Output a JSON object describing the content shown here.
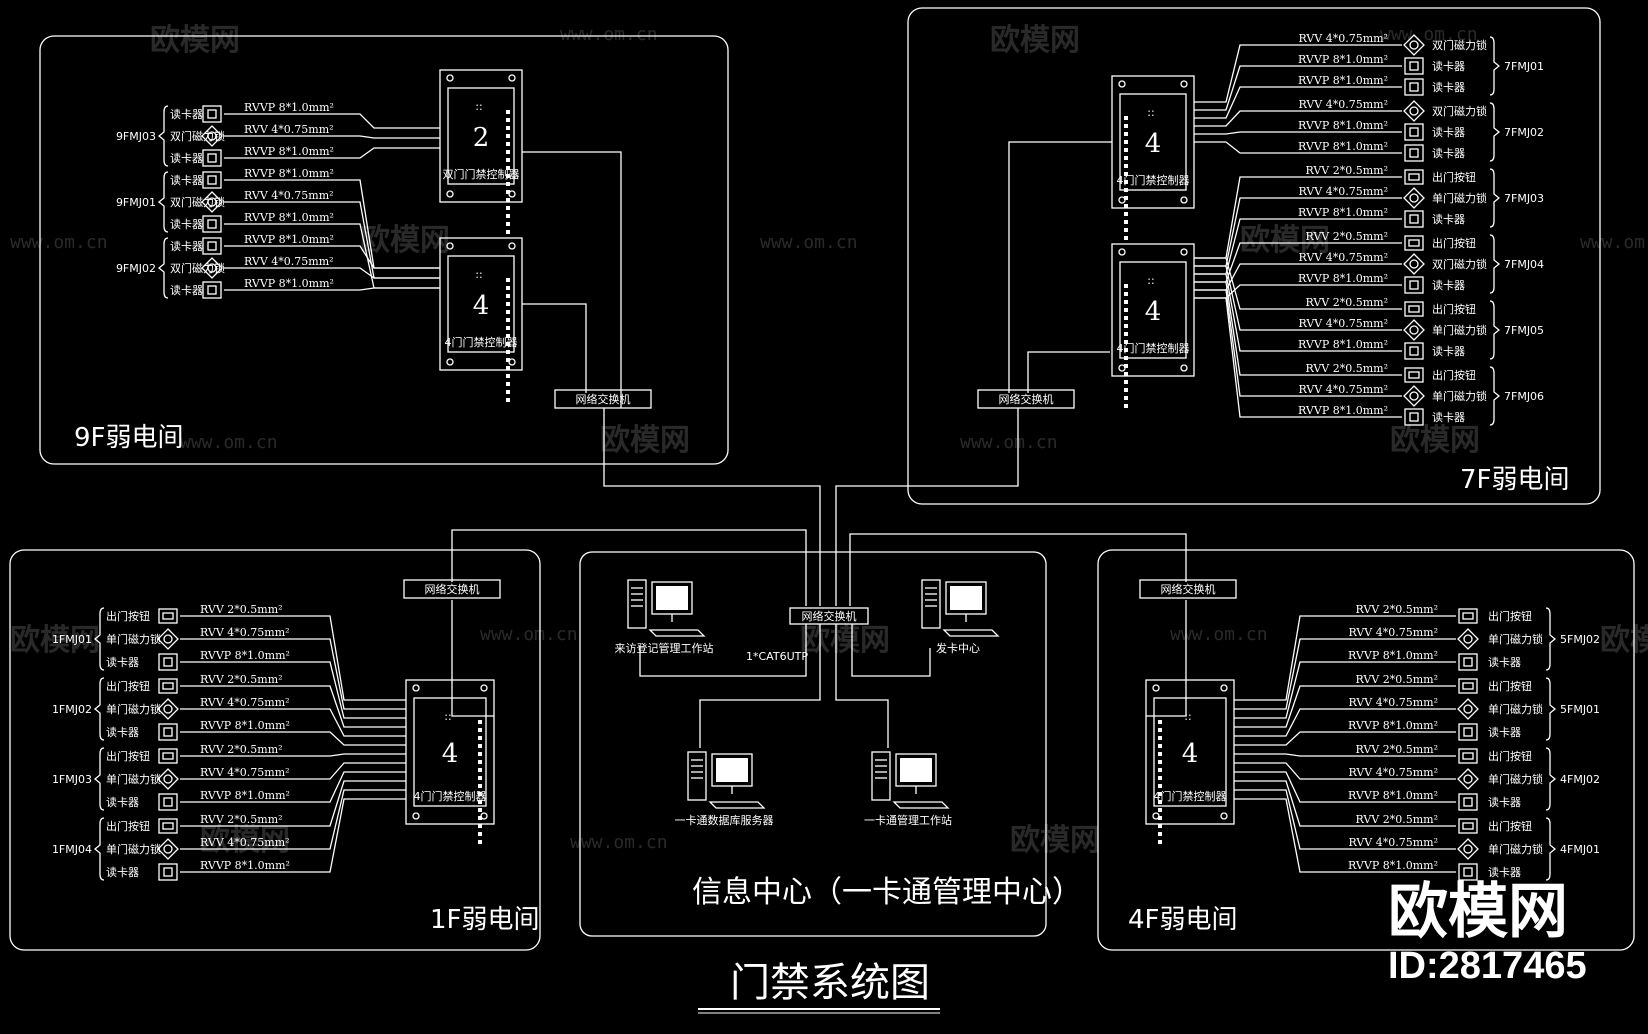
{
  "title": "门禁系统图",
  "info_center": {
    "title": "信息中心（一卡通管理中心）",
    "switch_label": "网络交换机",
    "link_label": "1*CAT6UTP",
    "stations": [
      "来访登记管理工作站",
      "发卡中心",
      "一卡通数据库服务器",
      "一卡通管理工作站"
    ]
  },
  "rooms": {
    "f9": {
      "title": "9F弱电间",
      "switch_label": "网络交换机",
      "controllers": [
        {
          "num": "2",
          "label": "双门门禁控制器"
        },
        {
          "num": "4",
          "label": "4门门禁控制器"
        }
      ],
      "groups": [
        {
          "code": "9FMJ03",
          "items": [
            {
              "device": "读卡器",
              "cable": "RVVP 8*1.0mm²"
            },
            {
              "device": "双门磁力锁",
              "cable": "RVV 4*0.75mm²"
            },
            {
              "device": "读卡器",
              "cable": "RVVP 8*1.0mm²"
            }
          ]
        },
        {
          "code": "9FMJ01",
          "items": [
            {
              "device": "读卡器",
              "cable": "RVVP 8*1.0mm²"
            },
            {
              "device": "双门磁力锁",
              "cable": "RVV 4*0.75mm²"
            },
            {
              "device": "读卡器",
              "cable": "RVVP 8*1.0mm²"
            }
          ]
        },
        {
          "code": "9FMJ02",
          "items": [
            {
              "device": "读卡器",
              "cable": "RVVP 8*1.0mm²"
            },
            {
              "device": "双门磁力锁",
              "cable": "RVV 4*0.75mm²"
            },
            {
              "device": "读卡器",
              "cable": "RVVP 8*1.0mm²"
            }
          ]
        }
      ]
    },
    "f7": {
      "title": "7F弱电间",
      "switch_label": "网络交换机",
      "controllers": [
        {
          "num": "4",
          "label": "4门门禁控制器"
        },
        {
          "num": "4",
          "label": "4门门禁控制器"
        }
      ],
      "groups": [
        {
          "code": "7FMJ01",
          "items": [
            {
              "device": "双门磁力锁",
              "cable": "RVV 4*0.75mm²"
            },
            {
              "device": "读卡器",
              "cable": "RVVP 8*1.0mm²"
            },
            {
              "device": "读卡器",
              "cable": "RVVP 8*1.0mm²"
            }
          ]
        },
        {
          "code": "7FMJ02",
          "items": [
            {
              "device": "双门磁力锁",
              "cable": "RVV 4*0.75mm²"
            },
            {
              "device": "读卡器",
              "cable": "RVVP 8*1.0mm²"
            },
            {
              "device": "读卡器",
              "cable": "RVVP 8*1.0mm²"
            }
          ]
        },
        {
          "code": "7FMJ03",
          "items": [
            {
              "device": "出门按钮",
              "cable": "RVV 2*0.5mm²"
            },
            {
              "device": "单门磁力锁",
              "cable": "RVV 4*0.75mm²"
            },
            {
              "device": "读卡器",
              "cable": "RVVP 8*1.0mm²"
            }
          ]
        },
        {
          "code": "7FMJ04",
          "items": [
            {
              "device": "出门按钮",
              "cable": "RVV 2*0.5mm²"
            },
            {
              "device": "双门磁力锁",
              "cable": "RVV 4*0.75mm²"
            },
            {
              "device": "读卡器",
              "cable": "RVVP 8*1.0mm²"
            }
          ]
        },
        {
          "code": "7FMJ05",
          "items": [
            {
              "device": "出门按钮",
              "cable": "RVV 2*0.5mm²"
            },
            {
              "device": "单门磁力锁",
              "cable": "RVV 4*0.75mm²"
            },
            {
              "device": "读卡器",
              "cable": "RVVP 8*1.0mm²"
            }
          ]
        },
        {
          "code": "7FMJ06",
          "items": [
            {
              "device": "出门按钮",
              "cable": "RVV 2*0.5mm²"
            },
            {
              "device": "单门磁力锁",
              "cable": "RVV 4*0.75mm²"
            },
            {
              "device": "读卡器",
              "cable": "RVVP 8*1.0mm²"
            }
          ]
        }
      ]
    },
    "f1": {
      "title": "1F弱电间",
      "switch_label": "网络交换机",
      "controllers": [
        {
          "num": "4",
          "label": "4门门禁控制器"
        }
      ],
      "groups": [
        {
          "code": "1FMJ01",
          "items": [
            {
              "device": "出门按钮",
              "cable": "RVV 2*0.5mm²"
            },
            {
              "device": "单门磁力锁",
              "cable": "RVV 4*0.75mm²"
            },
            {
              "device": "读卡器",
              "cable": "RVVP 8*1.0mm²"
            }
          ]
        },
        {
          "code": "1FMJ02",
          "items": [
            {
              "device": "出门按钮",
              "cable": "RVV 2*0.5mm²"
            },
            {
              "device": "单门磁力锁",
              "cable": "RVV 4*0.75mm²"
            },
            {
              "device": "读卡器",
              "cable": "RVVP 8*1.0mm²"
            }
          ]
        },
        {
          "code": "1FMJ03",
          "items": [
            {
              "device": "出门按钮",
              "cable": "RVV 2*0.5mm²"
            },
            {
              "device": "单门磁力锁",
              "cable": "RVV 4*0.75mm²"
            },
            {
              "device": "读卡器",
              "cable": "RVVP 8*1.0mm²"
            }
          ]
        },
        {
          "code": "1FMJ04",
          "items": [
            {
              "device": "出门按钮",
              "cable": "RVV 2*0.5mm²"
            },
            {
              "device": "单门磁力锁",
              "cable": "RVV 4*0.75mm²"
            },
            {
              "device": "读卡器",
              "cable": "RVVP 8*1.0mm²"
            }
          ]
        }
      ]
    },
    "f4": {
      "title": "4F弱电间",
      "switch_label": "网络交换机",
      "controllers": [
        {
          "num": "4",
          "label": "4门门禁控制器"
        }
      ],
      "groups": [
        {
          "code": "5FMJ02",
          "items": [
            {
              "device": "出门按钮",
              "cable": "RVV 2*0.5mm²"
            },
            {
              "device": "单门磁力锁",
              "cable": "RVV 4*0.75mm²"
            },
            {
              "device": "读卡器",
              "cable": "RVVP 8*1.0mm²"
            }
          ]
        },
        {
          "code": "5FMJ01",
          "items": [
            {
              "device": "出门按钮",
              "cable": "RVV 2*0.5mm²"
            },
            {
              "device": "单门磁力锁",
              "cable": "RVV 4*0.75mm²"
            },
            {
              "device": "读卡器",
              "cable": "RVVP 8*1.0mm²"
            }
          ]
        },
        {
          "code": "4FMJ02",
          "items": [
            {
              "device": "出门按钮",
              "cable": "RVV 2*0.5mm²"
            },
            {
              "device": "单门磁力锁",
              "cable": "RVV 4*0.75mm²"
            },
            {
              "device": "读卡器",
              "cable": "RVVP 8*1.0mm²"
            }
          ]
        },
        {
          "code": "4FMJ01",
          "items": [
            {
              "device": "出门按钮",
              "cable": "RVV 2*0.5mm²"
            },
            {
              "device": "单门磁力锁",
              "cable": "RVV 4*0.75mm²"
            },
            {
              "device": "读卡器",
              "cable": "RVVP 8*1.0mm²"
            }
          ]
        }
      ]
    }
  },
  "watermark": {
    "brand": "欧模网",
    "url": "www.om.cn"
  },
  "stamp": {
    "brand": "欧模网",
    "id": "ID:2817465"
  }
}
